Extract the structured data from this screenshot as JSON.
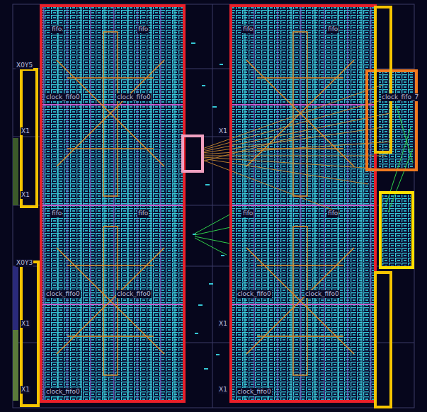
{
  "diagram": {
    "labels": [
      "X0Y5",
      "X1",
      "X1",
      "X0Y3",
      "X1",
      "X1",
      "X1",
      "X1",
      "X1",
      "fifo",
      "fifo",
      "fifo",
      "fifo",
      "fifo",
      "fifo",
      "fifo",
      "fifo",
      "clock_fifo0",
      "clock_fifo0",
      "clock_fifo0",
      "clock_fifo0",
      "clock_fifo0",
      "clock_fifo0",
      "clock_fifo0",
      "clock_fifo0",
      "clock_fifo_7"
    ]
  }
}
